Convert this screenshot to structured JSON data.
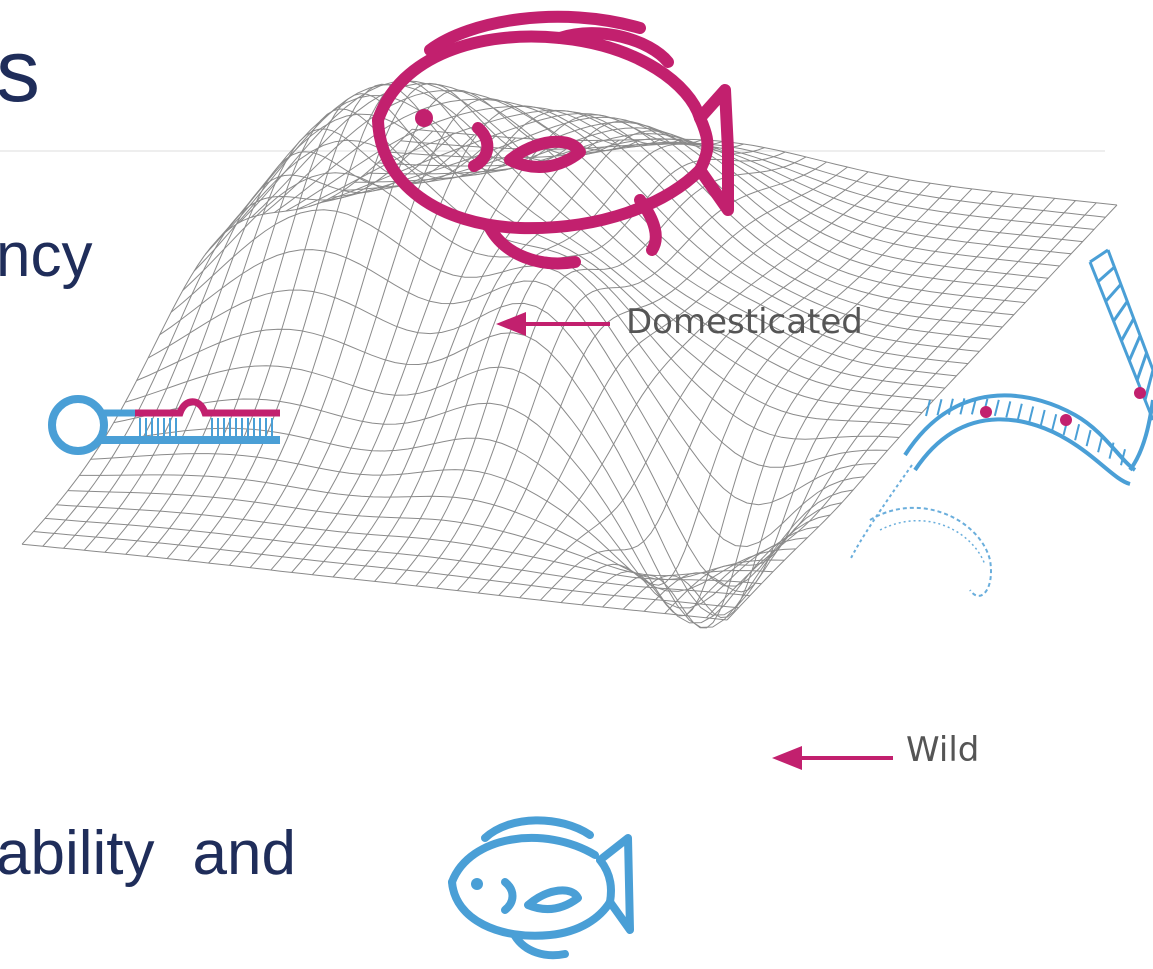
{
  "slide": {
    "title_fragment": "s",
    "line1_fragment": "ncy",
    "line2_fragment_a": "ability",
    "line2_fragment_b": "and"
  },
  "figure": {
    "peak_label": "Domesticated",
    "valley_label": "Wild"
  },
  "colors": {
    "magenta": "#c2206e",
    "blue": "#4a9fd6",
    "mesh": "#8a8a8a",
    "text": "#1f2d5a"
  },
  "icons": [
    "fish-icon-domesticated",
    "fish-icon-wild",
    "hairpin-rna-icon",
    "dna-helix-icon"
  ]
}
